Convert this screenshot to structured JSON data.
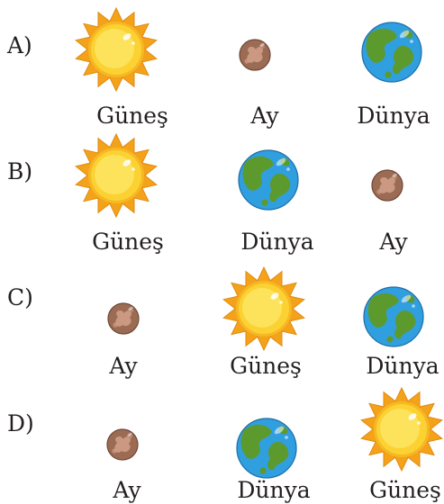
{
  "options": [
    {
      "label": "A)",
      "items": [
        {
          "kind": "sun",
          "name": "Güneş"
        },
        {
          "kind": "moon",
          "name": "Ay"
        },
        {
          "kind": "earth",
          "name": "Dünya"
        }
      ]
    },
    {
      "label": "B)",
      "items": [
        {
          "kind": "sun",
          "name": "Güneş"
        },
        {
          "kind": "earth",
          "name": "Dünya"
        },
        {
          "kind": "moon",
          "name": "Ay"
        }
      ]
    },
    {
      "label": "C)",
      "items": [
        {
          "kind": "moon",
          "name": "Ay"
        },
        {
          "kind": "sun",
          "name": "Güneş"
        },
        {
          "kind": "earth",
          "name": "Dünya"
        }
      ]
    },
    {
      "label": "D)",
      "items": [
        {
          "kind": "moon",
          "name": "Ay"
        },
        {
          "kind": "earth",
          "name": "Dünya"
        },
        {
          "kind": "sun",
          "name": "Güneş"
        }
      ]
    }
  ],
  "colors": {
    "sun_ray": "#f4a21a",
    "sun_body": "#fcd232",
    "sun_core": "#fde667",
    "moon": "#9c6b53",
    "moon_spot": "#d3a08a",
    "earth_ocean": "#2f9fe0",
    "earth_land": "#5c9a2e",
    "text": "#231f20"
  }
}
